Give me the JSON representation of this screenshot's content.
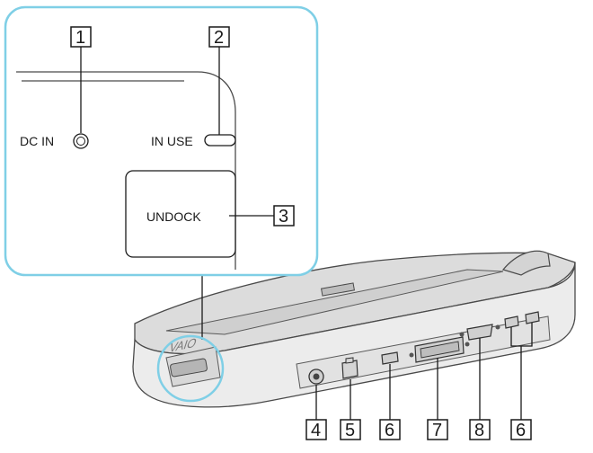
{
  "panel": {
    "dc_in_label": "DC IN",
    "in_use_label": "IN USE",
    "undock_label": "UNDOCK"
  },
  "dock": {
    "brand_logo": "VAIO"
  },
  "callouts": {
    "c1": "1",
    "c2": "2",
    "c3": "3",
    "c4": "4",
    "c5": "5",
    "c6a": "6",
    "c7": "7",
    "c8": "8",
    "c6b": "6"
  },
  "colors": {
    "magnifier_border": "#7fcfe6",
    "dock_face": "#e9e9e9",
    "dock_top": "#d9d9d9",
    "outline": "#1a1a1a"
  }
}
